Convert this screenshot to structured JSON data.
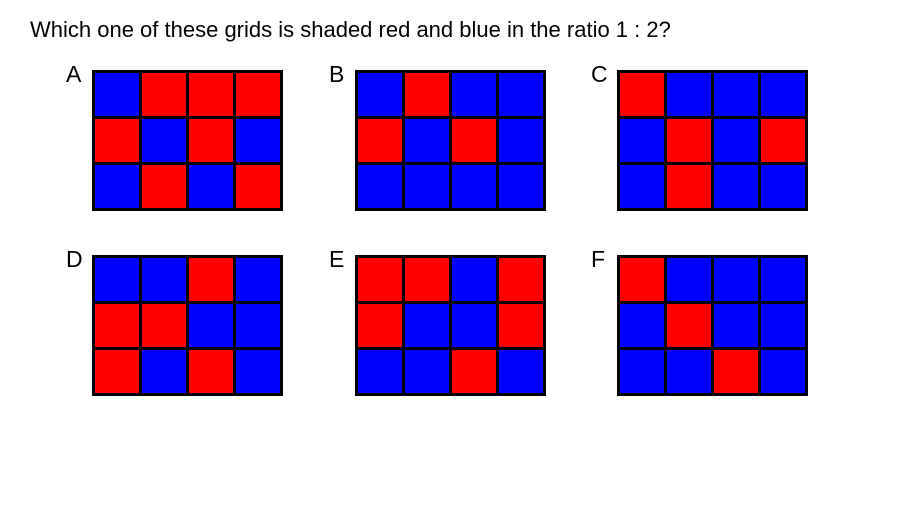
{
  "question": {
    "text": "Which one of these grids is shaded red and blue in the ratio 1 : 2?"
  },
  "colors": {
    "red": "#ff0000",
    "blue": "#0000ff",
    "grid_border": "#000000",
    "background": "#ffffff",
    "text": "#000000"
  },
  "grid_shape": {
    "rows": 3,
    "cols": 4
  },
  "grids": [
    {
      "label": "A",
      "cells": [
        "blue",
        "red",
        "red",
        "red",
        "red",
        "blue",
        "red",
        "blue",
        "blue",
        "red",
        "blue",
        "red"
      ]
    },
    {
      "label": "B",
      "cells": [
        "blue",
        "red",
        "blue",
        "blue",
        "red",
        "blue",
        "red",
        "blue",
        "blue",
        "blue",
        "blue",
        "blue"
      ]
    },
    {
      "label": "C",
      "cells": [
        "red",
        "blue",
        "blue",
        "blue",
        "blue",
        "red",
        "blue",
        "red",
        "blue",
        "red",
        "blue",
        "blue"
      ]
    },
    {
      "label": "D",
      "cells": [
        "blue",
        "blue",
        "red",
        "blue",
        "red",
        "red",
        "blue",
        "blue",
        "red",
        "blue",
        "red",
        "blue"
      ]
    },
    {
      "label": "E",
      "cells": [
        "red",
        "red",
        "blue",
        "red",
        "red",
        "blue",
        "blue",
        "red",
        "blue",
        "blue",
        "red",
        "blue"
      ]
    },
    {
      "label": "F",
      "cells": [
        "red",
        "blue",
        "blue",
        "blue",
        "blue",
        "red",
        "blue",
        "blue",
        "blue",
        "blue",
        "red",
        "blue"
      ]
    }
  ]
}
